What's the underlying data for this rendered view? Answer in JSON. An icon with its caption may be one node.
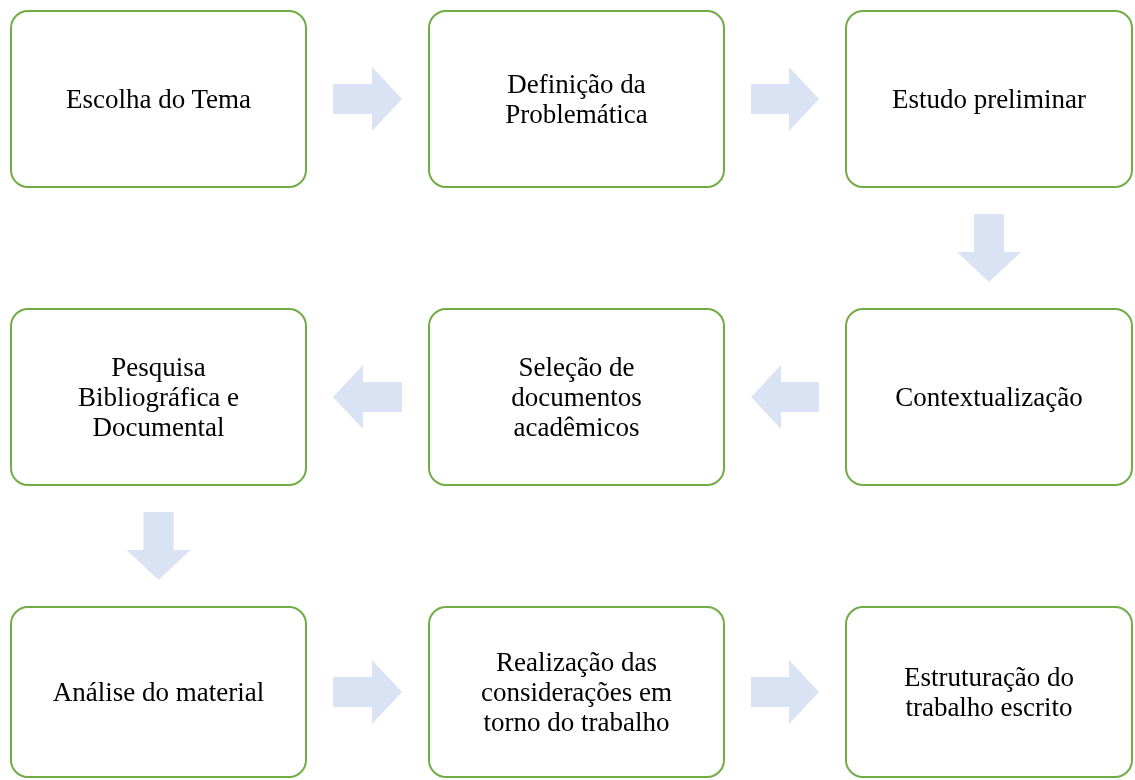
{
  "diagram": {
    "nodes": [
      {
        "text": [
          "Escolha do Tema"
        ]
      },
      {
        "text": [
          "Definição da Problemática"
        ]
      },
      {
        "text": [
          "Estudo preliminar"
        ]
      },
      {
        "text": [
          "Contextualização"
        ]
      },
      {
        "text": [
          "Seleção de documentos acadêmicos"
        ]
      },
      {
        "text": [
          "Pesquisa Bibliográfica e Documental"
        ]
      },
      {
        "text": [
          "Análise do material"
        ]
      },
      {
        "text": [
          "Realização das considerações em torno do trabalho"
        ]
      },
      {
        "text": [
          "Estruturação do trabalho escrito"
        ]
      }
    ],
    "edges": [
      {
        "from": 0,
        "to": 1,
        "arrow": "to"
      },
      {
        "from": 1,
        "to": 2,
        "arrow": "to"
      },
      {
        "from": 2,
        "to": 3,
        "arrow": "to"
      },
      {
        "from": 3,
        "to": 4,
        "arrow": "to"
      },
      {
        "from": 4,
        "to": 5,
        "arrow": "to"
      },
      {
        "from": 5,
        "to": 6,
        "arrow": "to"
      },
      {
        "from": 6,
        "to": 7,
        "arrow": "to"
      },
      {
        "from": 7,
        "to": 8,
        "arrow": "to"
      }
    ]
  }
}
